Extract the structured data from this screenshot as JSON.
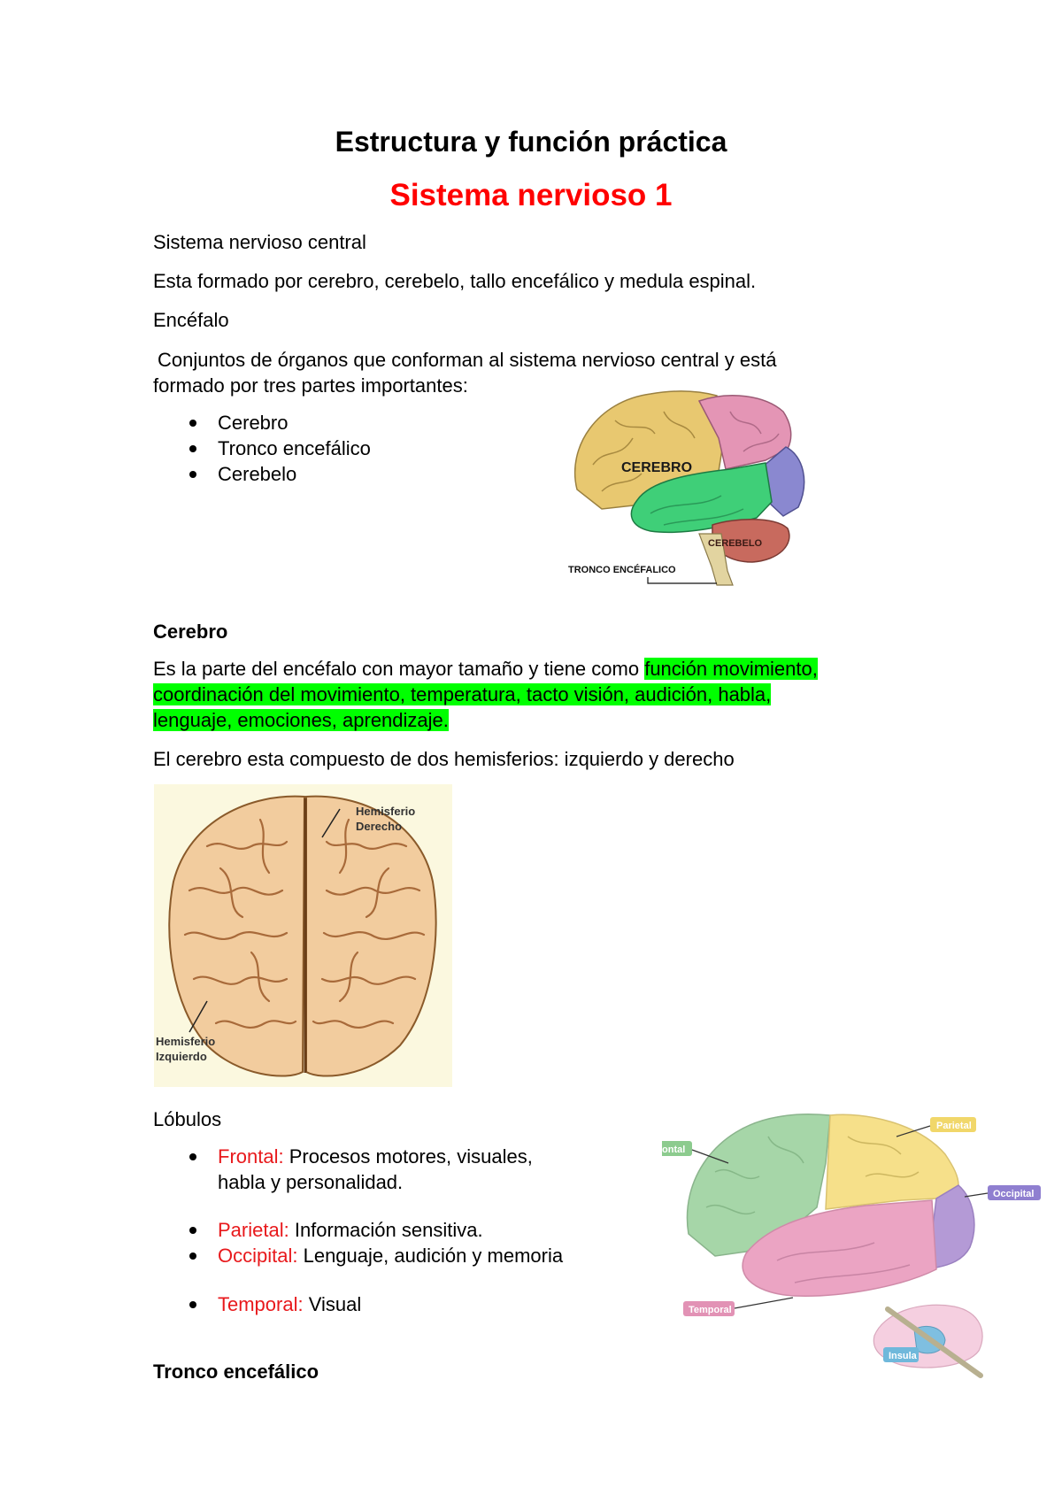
{
  "title": "Estructura y función práctica",
  "subtitle": "Sistema nervioso 1",
  "snc_heading": "Sistema nervioso central",
  "snc_text": "Esta formado por cerebro, cerebelo, tallo encefálico y medula espinal.",
  "encefalo_heading": "Encéfalo",
  "encefalo_text_1": "Conjuntos de órganos que conforman al sistema nervioso central y está",
  "encefalo_text_2": "formado por tres partes importantes:",
  "encefalo_parts": [
    "Cerebro",
    "Tronco encefálico",
    "Cerebelo"
  ],
  "figure1": {
    "label_cerebro": "CEREBRO",
    "label_cerebelo": "CEREBELO",
    "label_tronco": "TRONCO ENCÉFALICO"
  },
  "cerebro_heading": "Cerebro",
  "cerebro_text_plain": "Es la parte del encéfalo con mayor tamaño y tiene como ",
  "cerebro_text_hl_1": "función movimiento,",
  "cerebro_text_hl_2": "coordinación del movimiento, temperatura, tacto visión, audición, habla,",
  "cerebro_text_hl_3": "lenguaje, emociones, aprendizaje.",
  "hemisferios_text": "El cerebro esta compuesto de dos hemisferios: izquierdo y derecho",
  "figure2": {
    "label_right_1": "Hemisferio",
    "label_right_2": "Derecho",
    "label_left_1": "Hemisferio",
    "label_left_2": "Izquierdo"
  },
  "lobulos_heading": "Lóbulos",
  "lobulos": [
    {
      "name": "Frontal:",
      "desc": " Procesos motores, visuales,",
      "desc2": "habla y personalidad."
    },
    {
      "name": "Parietal:",
      "desc": " Información sensitiva."
    },
    {
      "name": "Occipital:",
      "desc": " Lenguaje, audición y memoria"
    },
    {
      "name": "Temporal:",
      "desc": " Visual"
    }
  ],
  "figure3": {
    "frontal": "Frontal",
    "parietal": "Parietal",
    "occipital": "Occipital",
    "temporal": "Temporal",
    "insula": "Insula",
    "colors": {
      "frontal": "#a6d6a8",
      "parietal": "#f6e08a",
      "occipital": "#b49ad6",
      "temporal": "#eba4c3",
      "insula": "#7fbfe0"
    }
  },
  "tronco_heading": "Tronco encefálico"
}
